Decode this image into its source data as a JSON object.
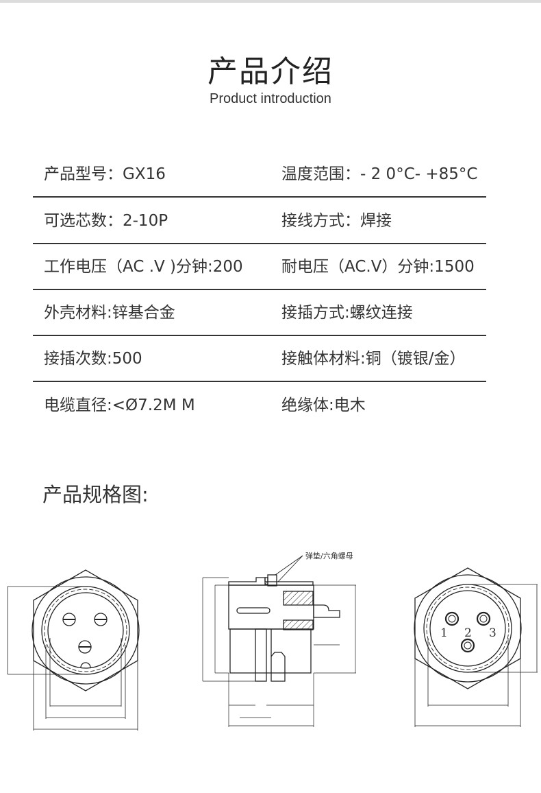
{
  "header": {
    "title_cn": "产品介绍",
    "title_en": "Product introduction"
  },
  "specs": [
    {
      "left": "产品型号：GX16",
      "right": "温度范围：- 2 0°C- +85°C"
    },
    {
      "left": "可选芯数：2-10P",
      "right": "接线方式：焊接"
    },
    {
      "left": "工作电压（AC .V )分钟:200",
      "right": "耐电压（AC.V）分钟:1500"
    },
    {
      "left": "外壳材料:锌基合金",
      "right": "接插方式:螺纹连接"
    },
    {
      "left": "接插次数:500",
      "right": "接触体材料:铜（镀银/金）"
    },
    {
      "left": "电缆直径:<Ø7.2M M",
      "right": "绝缘体:电木"
    }
  ],
  "drawings": {
    "section_title": "产品规格图:",
    "side_view_annotation": "弹垫/六角螺母",
    "pin_labels": [
      "1",
      "2",
      "3"
    ]
  },
  "colors": {
    "text": "#333333",
    "divider": "#333333",
    "top_stripe": "#dcdcdc"
  }
}
